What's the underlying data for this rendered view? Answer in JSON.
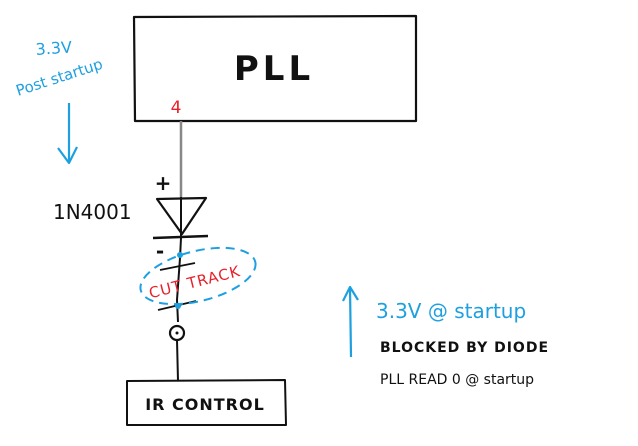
{
  "blocks": {
    "pll_label": "PLL",
    "ir_label": "IR CONTROL"
  },
  "labels": {
    "pin_number": "4",
    "diode_part": "1N4001",
    "plus_sign": "+",
    "minus_sign": "-",
    "cut_track": "CUT TRACK"
  },
  "notes": {
    "post_startup_line1": "3.3V",
    "post_startup_line2": "Post startup",
    "startup_line1": "3.3V @ startup",
    "startup_line2": "BLOCKED BY DIODE",
    "startup_line3": "PLL READ 0 @ startup"
  },
  "colors": {
    "ink": "#111111",
    "blue_note": "#1ea0e0",
    "red_note": "#e8202a",
    "wire_grey": "#888888"
  }
}
